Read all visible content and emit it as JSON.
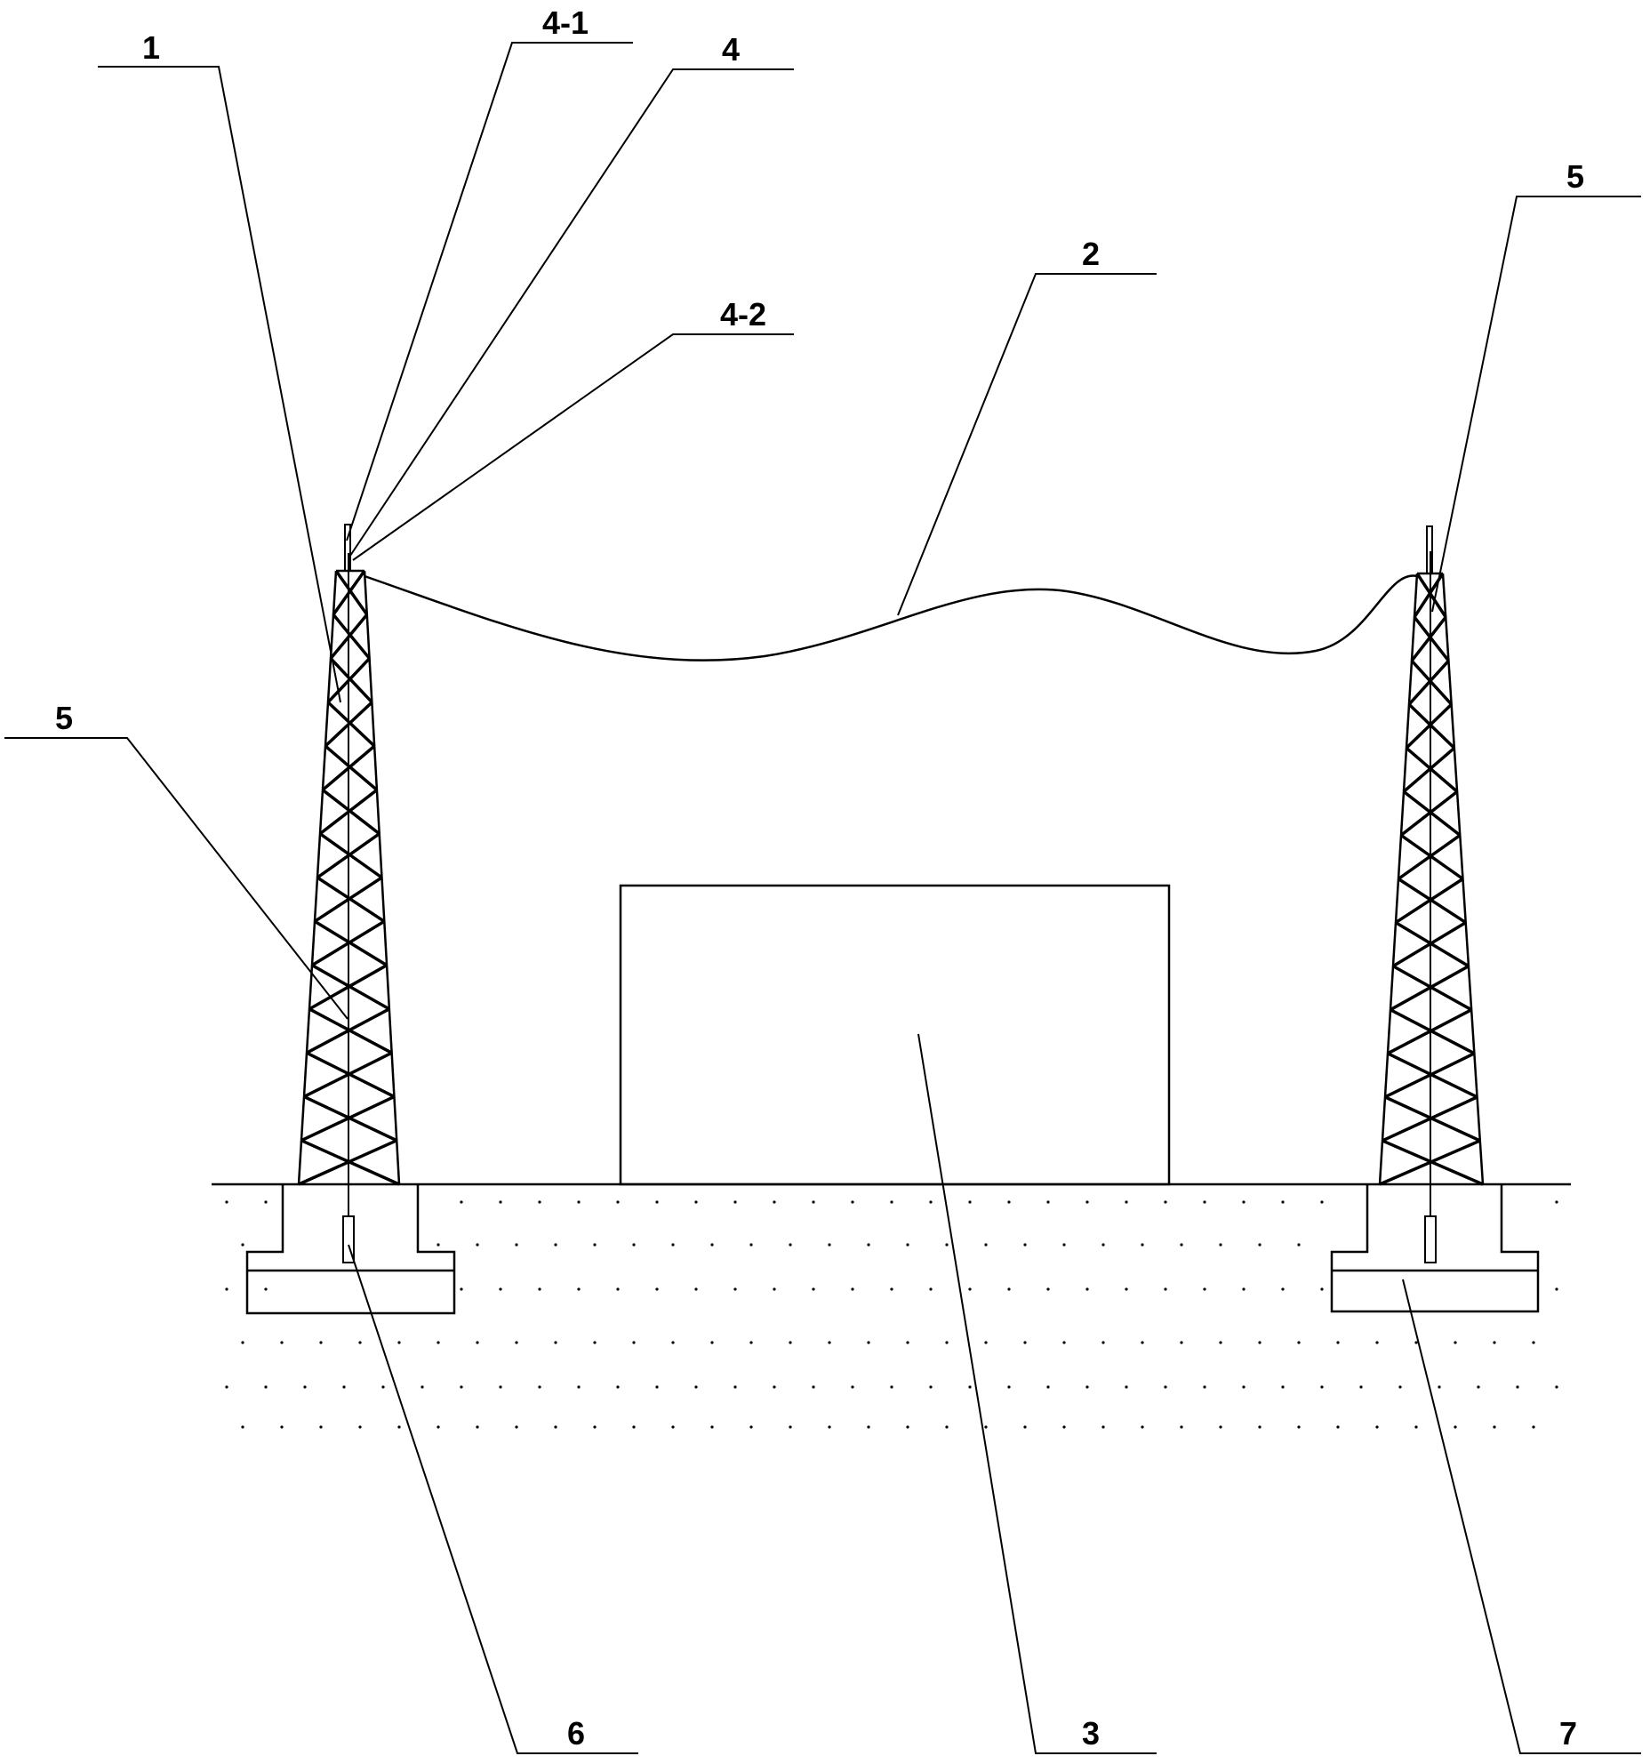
{
  "labels": {
    "l1": "1",
    "l2": "2",
    "l3": "3",
    "l4": "4",
    "l4_1": "4-1",
    "l4_2": "4-2",
    "l5_left": "5",
    "l5_right": "5",
    "l6": "6",
    "l7": "7"
  }
}
